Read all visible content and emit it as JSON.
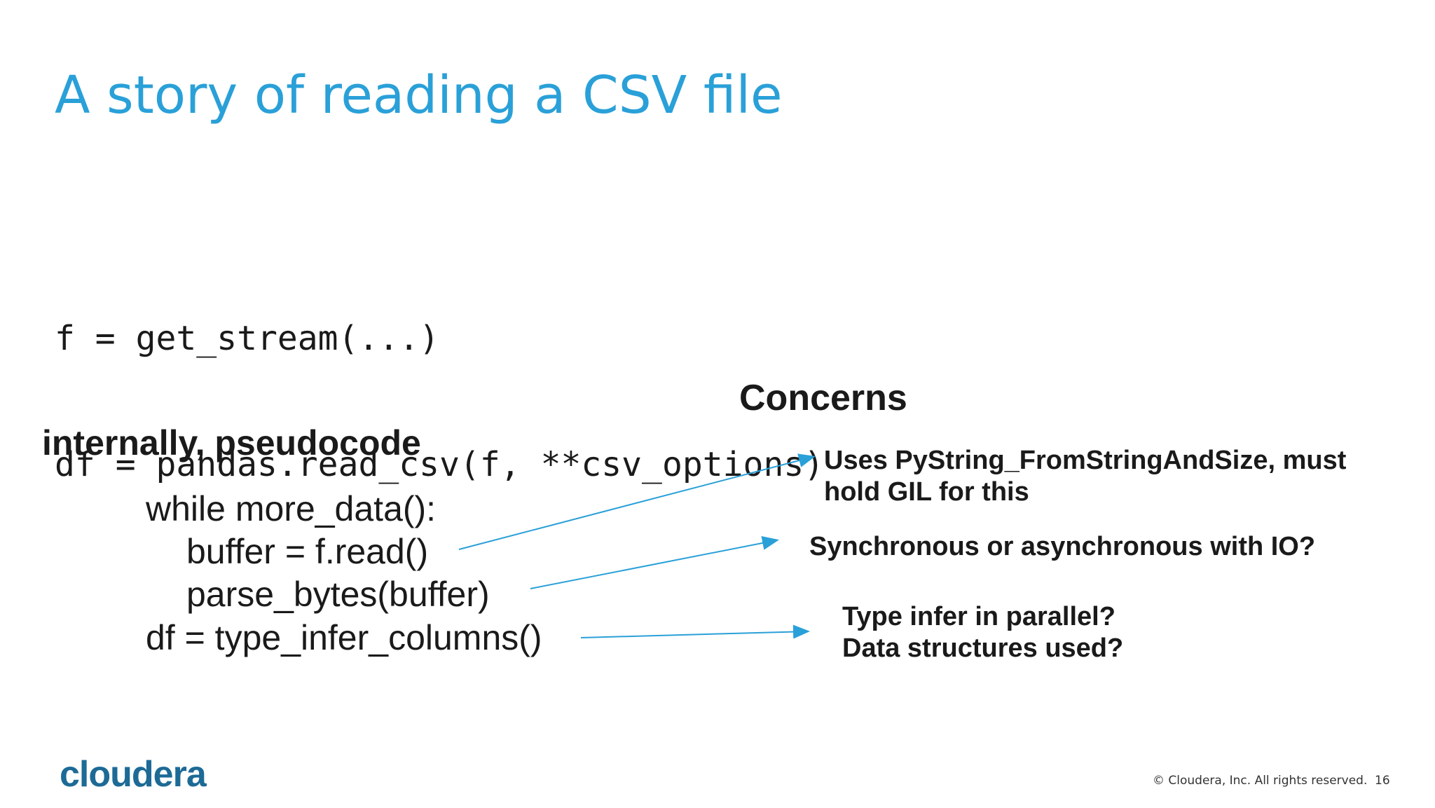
{
  "slide": {
    "title": "A story of reading a CSV file",
    "code_lines": [
      "f = get_stream(...)",
      "df = pandas.read_csv(f, **csv_options)"
    ],
    "internally_heading": "internally, pseudocode",
    "pseudocode_lines": [
      "while more_data():",
      "buffer = f.read()",
      "parse_bytes(buffer)",
      "df = type_infer_columns()"
    ],
    "concerns_heading": "Concerns",
    "concerns": [
      [
        "Uses PyString_FromStringAndSize, must",
        "hold GIL for this"
      ],
      [
        "Synchronous or asynchronous with IO?"
      ],
      [
        "Type infer in parallel?",
        "Data structures used?"
      ]
    ],
    "arrow_color": "#2aa0d8",
    "title_color": "#2aa0d8"
  },
  "footer": {
    "logo_text": "cloudera",
    "copyright": "© Cloudera, Inc. All rights reserved.",
    "page_number": "16"
  }
}
